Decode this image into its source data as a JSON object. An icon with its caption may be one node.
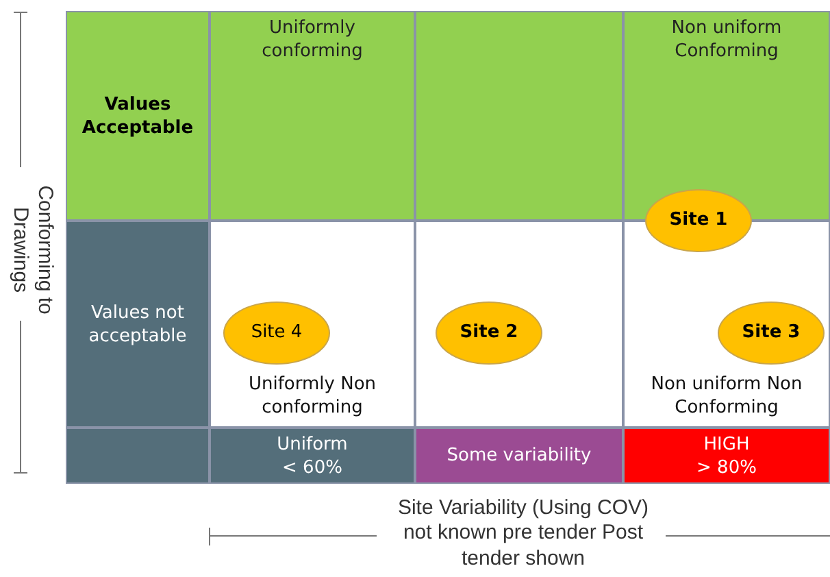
{
  "diagram": {
    "nodes": [
      {
        "text": [
          "Values Acceptable"
        ]
      },
      {
        "text": [
          "Uniformly conforming"
        ]
      },
      {
        "text": [],
        "shape": "box"
      },
      {
        "text": [
          "Non uniform Conforming"
        ]
      },
      {
        "text": [
          "Values not acceptable"
        ]
      },
      {
        "text": [
          "Uniformly Non conforming"
        ]
      },
      {
        "text": [],
        "shape": "box"
      },
      {
        "text": [
          "Non uniform Non Conforming"
        ]
      },
      {
        "text": [],
        "shape": "box"
      },
      {
        "text": [
          "Uniform < 60%"
        ]
      },
      {
        "text": [
          "Some variability"
        ]
      },
      {
        "text": [
          "HIGH > 80%"
        ]
      },
      {
        "text": [
          "Site 1"
        ]
      },
      {
        "text": [
          "Site 4"
        ],
        "in": 5
      },
      {
        "text": [
          "Site 2"
        ],
        "in": 6
      },
      {
        "text": [
          "Site 3"
        ],
        "in": 7
      }
    ],
    "edges": [],
    "labels": [
      "Conforming to Drawings",
      "Site Variability (Using COV) not known pre tender Post tender shown"
    ]
  }
}
